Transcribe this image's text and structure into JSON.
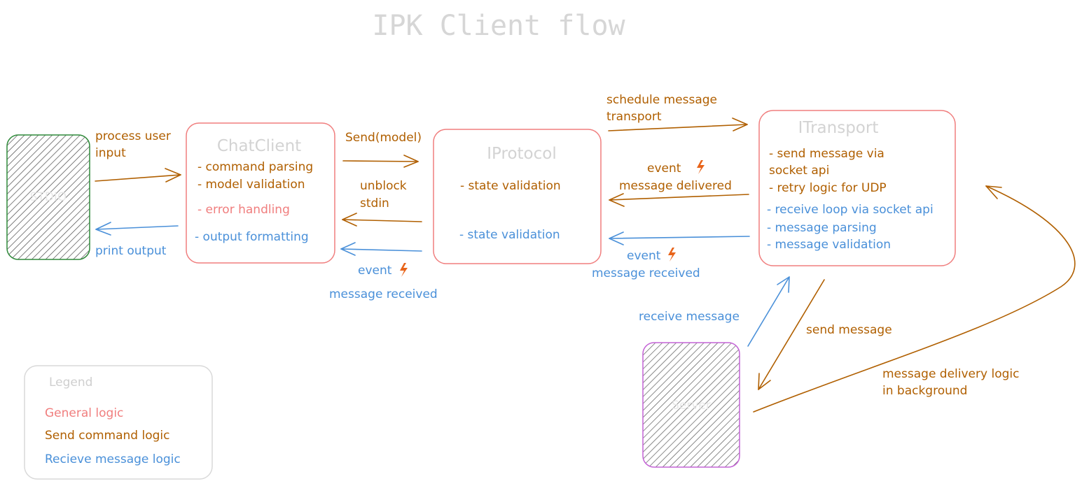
{
  "title": "IPK Client flow",
  "colors": {
    "general": "#f07e7e",
    "send": "#b05f00",
    "receive": "#4a90d9",
    "stdio_border": "#2f8a3a",
    "server_border": "#c463d6",
    "legend_border": "#d9d9d9"
  },
  "stdio": {
    "label": "STDIO"
  },
  "server": {
    "label": "Server"
  },
  "chatclient": {
    "title": "ChatClient",
    "items": [
      "- command parsing",
      "- model validation",
      "- error handling",
      "- output formatting"
    ]
  },
  "iprotocol": {
    "title": "IProtocol",
    "items": [
      "- state validation",
      "- state validation"
    ]
  },
  "itransport": {
    "title": "ITransport",
    "send_items": [
      "- send message via",
      "socket api",
      "- retry logic for UDP"
    ],
    "receive_items": [
      "- receive loop via socket api",
      "- message parsing",
      "- message validation"
    ]
  },
  "edges": {
    "process_user_input": [
      "process user",
      "input"
    ],
    "print_output": "print output",
    "send_model": "Send(model)",
    "unblock_stdin": [
      "unblock",
      "stdin"
    ],
    "event_received_cc": [
      "event",
      "message received"
    ],
    "schedule_transport": [
      "schedule message",
      "transport"
    ],
    "event_delivered": [
      "event",
      "message delivered"
    ],
    "event_received_proto": [
      "event",
      "message received"
    ],
    "receive_message": "receive message",
    "send_message": "send message",
    "delivery_logic": [
      "message delivery logic",
      "in background"
    ],
    "bolt_icon": "lightning-bolt-icon"
  },
  "legend": {
    "title": "Legend",
    "general": "General logic",
    "send": "Send command logic",
    "receive": "Recieve message logic"
  }
}
